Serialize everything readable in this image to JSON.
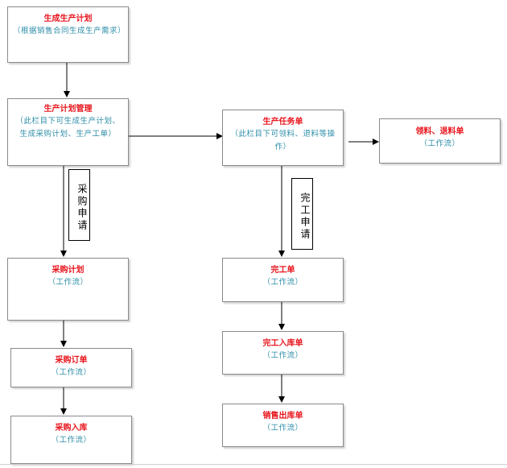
{
  "nodes": {
    "plan_gen": {
      "title": "生成生产计划",
      "desc": "（根据销售合同生成生产需求）"
    },
    "plan_mgmt": {
      "title": "生产计划管理",
      "desc": "（此栏目下可生成生产计划、生成采购计划、生产工单）"
    },
    "task": {
      "title": "生产任务单",
      "desc": "（此栏目下可领料、退料等操作）"
    },
    "material": {
      "title": "领料、退料单",
      "desc": "（工作流）"
    },
    "purchase_plan": {
      "title": "采购计划",
      "desc": "（工作流）"
    },
    "purchase_order": {
      "title": "采购订单",
      "desc": "（工作流）"
    },
    "purchase_in": {
      "title": "采购入库",
      "desc": "（工作流）"
    },
    "completion": {
      "title": "完工单",
      "desc": "（工作流）"
    },
    "completion_in": {
      "title": "完工入库单",
      "desc": "（工作流）"
    },
    "sales_out": {
      "title": "销售出库单",
      "desc": "（工作流）"
    }
  },
  "labels": {
    "purchase_request": "采购申请",
    "completion_request": "完工申请"
  },
  "colors": {
    "title": "#e8141c",
    "desc": "#2e8ea8",
    "border": "#8a8a8a",
    "arrow": "#000000"
  }
}
